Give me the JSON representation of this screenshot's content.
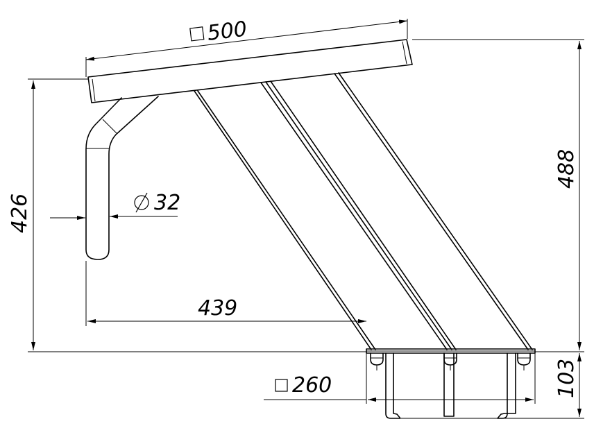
{
  "dimensions": {
    "width_top": "500",
    "height_total": "488",
    "height_handle": "426",
    "tube_diameter": "32",
    "reach": "439",
    "base_width": "260",
    "base_height": "103"
  },
  "symbols": {
    "square": "square-symbol",
    "diameter": "diameter-symbol"
  }
}
